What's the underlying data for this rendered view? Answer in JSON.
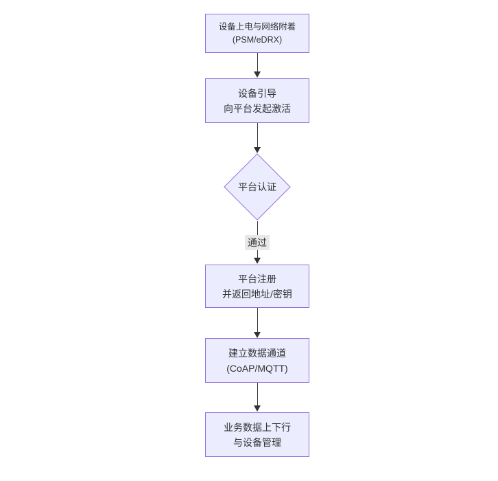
{
  "diagram": {
    "type": "flowchart",
    "direction": "top-down",
    "colors": {
      "background": "#ffffff",
      "node_fill": "#ECECFF",
      "node_border": "#9370DB",
      "text": "#333333",
      "arrow": "#333333",
      "edge_label_bg": "#e8e8e8"
    },
    "nodes": [
      {
        "id": "A",
        "shape": "rect",
        "lines": [
          "设备上电与网络附着",
          "(PSM/eDRX)"
        ]
      },
      {
        "id": "B",
        "shape": "rect",
        "lines": [
          "设备引导",
          "向平台发起激活"
        ]
      },
      {
        "id": "C",
        "shape": "diamond",
        "lines": [
          "平台认证"
        ]
      },
      {
        "id": "D",
        "shape": "rect",
        "lines": [
          "平台注册",
          "并返回地址/密钥"
        ]
      },
      {
        "id": "E",
        "shape": "rect",
        "lines": [
          "建立数据通道",
          "(CoAP/MQTT)"
        ]
      },
      {
        "id": "F",
        "shape": "rect",
        "lines": [
          "业务数据上下行",
          "与设备管理"
        ]
      }
    ],
    "edges": [
      {
        "from": "A",
        "to": "B",
        "label": ""
      },
      {
        "from": "B",
        "to": "C",
        "label": ""
      },
      {
        "from": "C",
        "to": "D",
        "label": "通过"
      },
      {
        "from": "D",
        "to": "E",
        "label": ""
      },
      {
        "from": "E",
        "to": "F",
        "label": ""
      }
    ]
  }
}
